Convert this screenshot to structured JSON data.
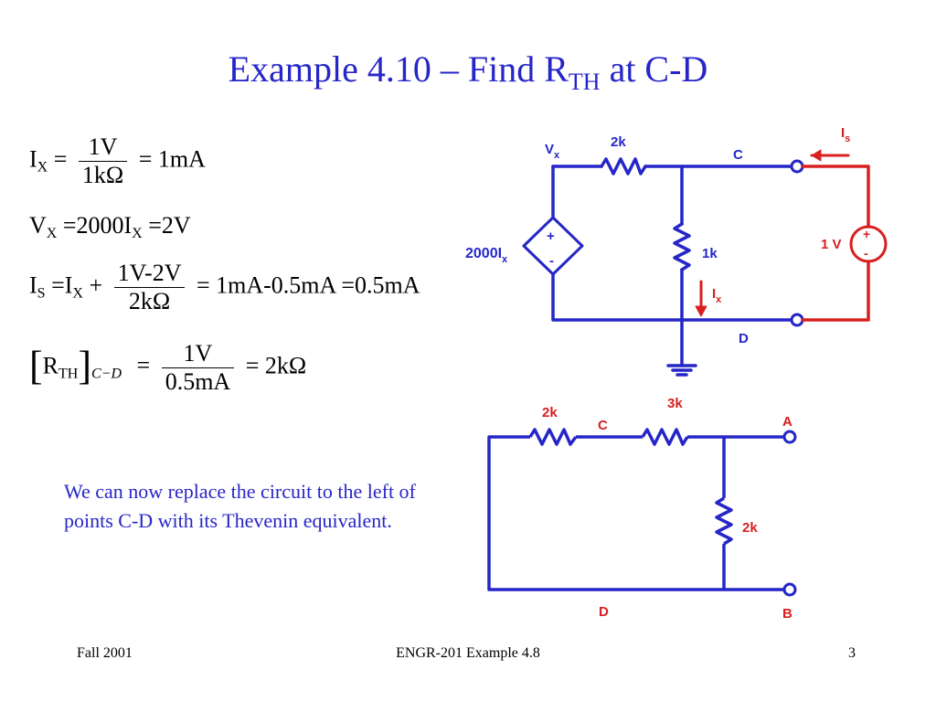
{
  "title": {
    "main": "Example 4.10 – Find R",
    "sub": "TH",
    "tail": " at C-D"
  },
  "equations": {
    "ix": {
      "lhs": "I",
      "lhs_sub": "X",
      "eq": "=",
      "num": "1V",
      "den": "1kΩ",
      "result": "= 1mA"
    },
    "vx": {
      "text1": "V",
      "sub1": "X",
      "text2": " =2000I",
      "sub2": "X",
      "text3": " =2V"
    },
    "is": {
      "lhs": "I",
      "lhs_sub": "S",
      "mid": " =I",
      "mid_sub": "X",
      "plus": " +",
      "num": "1V-2V",
      "den": "2kΩ",
      "result": "= 1mA-0.5mA =0.5mA"
    },
    "rth": {
      "r": "R",
      "r_sub": "TH",
      "bracket_sub": "C−D",
      "eq": "=",
      "num": "1V",
      "den": "0.5mA",
      "result": "= 2kΩ"
    }
  },
  "circuit1": {
    "vx": "V",
    "vx_sub": "x",
    "r_top": "2k",
    "node_c": "C",
    "node_d": "D",
    "r_mid": "1k",
    "source_label": "2000I",
    "source_sub": "x",
    "plus": "+",
    "minus": "-",
    "is": "I",
    "is_sub": "s",
    "ix": "I",
    "ix_sub": "x",
    "vsrc": "1 V"
  },
  "circuit2": {
    "r1": "2k",
    "node_c": "C",
    "r2": "3k",
    "node_a": "A",
    "r3": "2k",
    "node_d": "D",
    "node_b": "B"
  },
  "note": "We can now replace the circuit to the left of points C-D with its Thevenin equivalent.",
  "footer": {
    "left": "Fall 2001",
    "center": "ENGR-201 Example 4.8",
    "right": "3"
  },
  "colors": {
    "blue": "#2626c8",
    "red": "#d82020"
  }
}
